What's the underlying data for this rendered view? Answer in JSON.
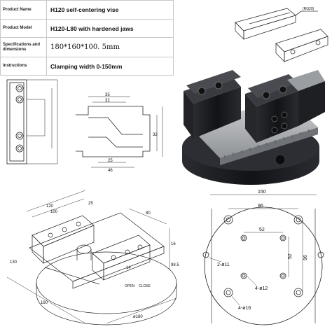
{
  "spec_table": {
    "rows": [
      {
        "label": "Product Name",
        "value": "H120 self-centering vise"
      },
      {
        "label": "Product Model",
        "value": "H120-L80 with hardened jaws"
      },
      {
        "label": "Specifications and dimensions",
        "value": "180*160*100. 5mm"
      },
      {
        "label": "Instructions",
        "value": "Clamping width 0-150mm"
      }
    ]
  },
  "jaw_callout": "(RG20)",
  "side_view": {
    "dims": [
      "35",
      "32",
      "32",
      "25",
      "46"
    ]
  },
  "iso_view": {
    "dims": [
      "120",
      "100",
      "25",
      "80",
      "130",
      "16",
      "98.5",
      "14",
      "160",
      "ø180"
    ],
    "labels": [
      "OPEN",
      "CLOSE"
    ]
  },
  "top_view": {
    "dims": [
      "150",
      "96",
      "52",
      "52",
      "96"
    ],
    "callouts": [
      "2-ø11",
      "4-ø12",
      "4-ø16"
    ]
  },
  "colors": {
    "line": "#222222",
    "body": "#1c1d22",
    "steel": "#b9bcc0"
  }
}
